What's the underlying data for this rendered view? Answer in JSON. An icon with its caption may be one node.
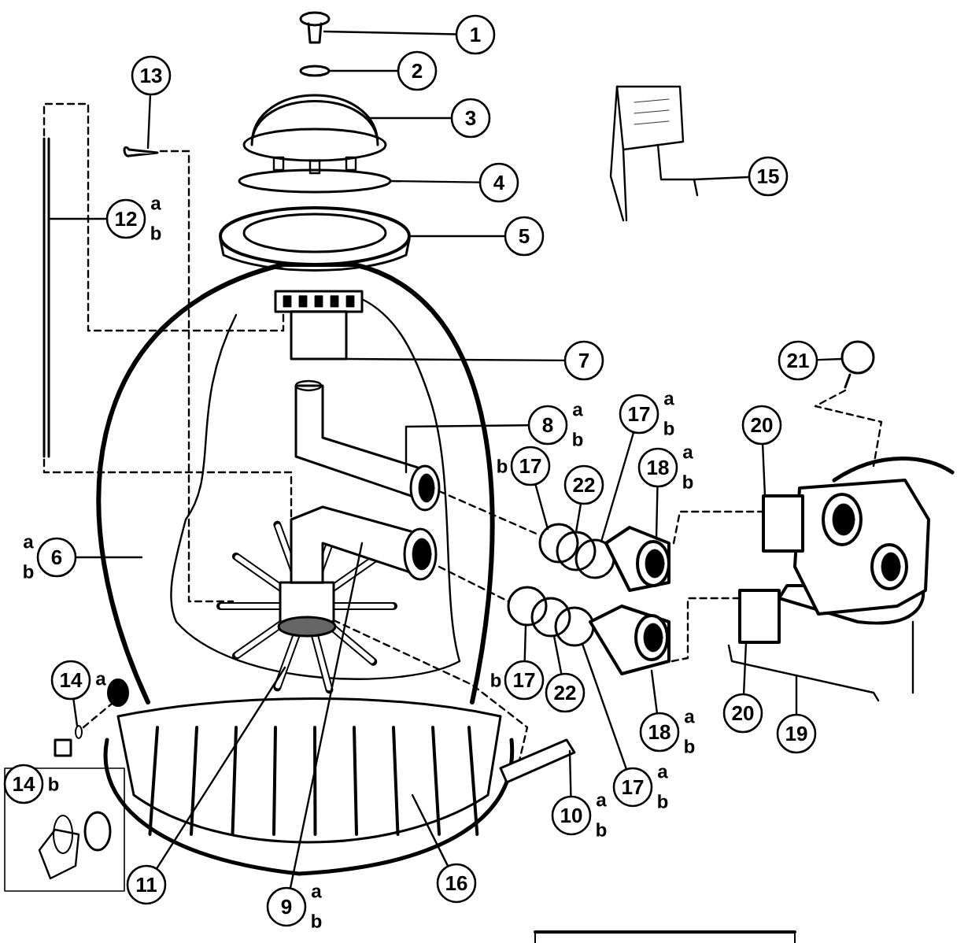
{
  "diagram": {
    "nodes": [
      {
        "text": [
          "1"
        ]
      },
      {
        "text": [
          "2"
        ]
      },
      {
        "text": [
          "13"
        ]
      },
      {
        "text": [
          "3"
        ]
      },
      {
        "text": [
          "15"
        ]
      },
      {
        "text": [
          "4"
        ]
      },
      {
        "text": [
          "12"
        ],
        "beside": [
          "a",
          "b"
        ]
      },
      {
        "text": [
          "5"
        ]
      },
      {
        "text": [
          "7"
        ]
      },
      {
        "text": [
          "21"
        ]
      },
      {
        "text": [
          "8"
        ],
        "beside": [
          "a",
          "b"
        ]
      },
      {
        "text": [
          "17"
        ],
        "beside": [
          "a",
          "b"
        ]
      },
      {
        "text": [
          "20"
        ]
      },
      {
        "text": [
          "17"
        ],
        "beside": [
          "b"
        ]
      },
      {
        "text": [
          "18"
        ],
        "beside": [
          "a",
          "b"
        ]
      },
      {
        "text": [
          "22"
        ]
      },
      {
        "text": [
          "6"
        ],
        "beside": [
          "a",
          "b"
        ]
      },
      {
        "text": [
          "14"
        ],
        "beside": [
          "a"
        ]
      },
      {
        "text": [
          "17"
        ],
        "beside": [
          "b"
        ]
      },
      {
        "text": [
          "22"
        ]
      },
      {
        "text": [
          "18"
        ],
        "beside": [
          "a",
          "b"
        ]
      },
      {
        "text": [
          "20"
        ]
      },
      {
        "text": [
          "19"
        ]
      },
      {
        "text": [
          "14"
        ],
        "beside": [
          "b"
        ]
      },
      {
        "text": [
          "17"
        ],
        "beside": [
          "a",
          "b"
        ]
      },
      {
        "text": [
          "10"
        ],
        "beside": [
          "a",
          "b"
        ]
      },
      {
        "text": [
          "11"
        ]
      },
      {
        "text": [
          "16"
        ]
      },
      {
        "text": [
          "9"
        ],
        "beside": [
          "a",
          "b"
        ]
      },
      {
        "text": [],
        "shape": "picture"
      },
      {
        "text": [],
        "shape": "circle"
      },
      {
        "text": [],
        "shape": "picture"
      },
      {
        "text": [],
        "shape": "circle"
      },
      {
        "text": [],
        "shape": "picture"
      },
      {
        "text": [],
        "shape": "picture"
      },
      {
        "text": [],
        "shape": "picture",
        "in": 34
      },
      {
        "text": [],
        "shape": "picture",
        "in": 34
      },
      {
        "text": [],
        "shape": "picture",
        "in": 34
      },
      {
        "text": [],
        "shape": "picture"
      },
      {
        "text": [],
        "shape": "picture",
        "in": 34
      },
      {
        "text": [],
        "shape": "picture"
      },
      {
        "text": [],
        "shape": "picture"
      },
      {
        "text": [],
        "shape": "picture"
      },
      {
        "text": [],
        "shape": "picture"
      },
      {
        "text": [],
        "shape": "picture"
      },
      {
        "text": [],
        "shape": "circle"
      },
      {
        "text": [],
        "shape": "circle"
      },
      {
        "text": [],
        "shape": "circle"
      },
      {
        "text": [],
        "shape": "picture"
      },
      {
        "text": [],
        "shape": "circle"
      },
      {
        "text": [],
        "shape": "circle"
      },
      {
        "text": [],
        "shape": "circle"
      },
      {
        "text": [],
        "shape": "picture"
      },
      {
        "text": [],
        "shape": "picture"
      },
      {
        "text": [],
        "shape": "box",
        "in": 55
      },
      {
        "text": [],
        "shape": "picture"
      },
      {
        "text": [],
        "shape": "circle"
      }
    ],
    "edges": [
      {
        "from": 0,
        "to": 29,
        "arrow": "none"
      },
      {
        "from": 1,
        "to": 30,
        "arrow": "none"
      },
      {
        "from": 2,
        "to": 41,
        "arrow": "none"
      },
      {
        "from": 3,
        "to": 31,
        "arrow": "none"
      },
      {
        "from": 4,
        "to": 43,
        "arrow": "none"
      },
      {
        "from": 5,
        "to": 32,
        "arrow": "none"
      },
      {
        "from": 6,
        "to": 40,
        "arrow": "none"
      },
      {
        "from": 7,
        "to": 33,
        "arrow": "none"
      },
      {
        "from": 8,
        "to": 35,
        "arrow": "none"
      },
      {
        "from": 9,
        "to": 56,
        "arrow": "none"
      },
      {
        "from": 10,
        "to": 36,
        "arrow": "none"
      },
      {
        "from": 11,
        "to": 47,
        "arrow": "none"
      },
      {
        "from": 12,
        "to": 53,
        "arrow": "none"
      },
      {
        "from": 13,
        "to": 45,
        "arrow": "none"
      },
      {
        "from": 14,
        "to": 48,
        "arrow": "none"
      },
      {
        "from": 15,
        "to": 46,
        "arrow": "none"
      },
      {
        "from": 16,
        "to": 34,
        "arrow": "none"
      },
      {
        "from": 17,
        "to": 42,
        "arrow": "none"
      },
      {
        "from": 18,
        "to": 49,
        "arrow": "none"
      },
      {
        "from": 19,
        "to": 50,
        "arrow": "none"
      },
      {
        "from": 20,
        "to": 52,
        "arrow": "none"
      },
      {
        "from": 21,
        "to": 54,
        "arrow": "none"
      },
      {
        "from": 22,
        "to": 55,
        "arrow": "none"
      },
      {
        "from": 24,
        "to": 51,
        "arrow": "none"
      },
      {
        "from": 25,
        "to": 38,
        "arrow": "none"
      },
      {
        "from": 26,
        "to": 39,
        "arrow": "none"
      },
      {
        "from": 27,
        "to": 44,
        "arrow": "none"
      },
      {
        "from": 28,
        "to": 37,
        "arrow": "none"
      },
      {
        "from": 40,
        "to": 35,
        "arrow": "none",
        "style": "dashed"
      },
      {
        "from": 41,
        "to": 39,
        "arrow": "none",
        "style": "dashed"
      },
      {
        "from": 40,
        "to": 37,
        "arrow": "none",
        "style": "dashed"
      },
      {
        "from": 36,
        "to": 45,
        "arrow": "none",
        "style": "dashed"
      },
      {
        "from": 37,
        "to": 49,
        "arrow": "none",
        "style": "dashed"
      },
      {
        "from": 48,
        "to": 53,
        "arrow": "none",
        "style": "dashed"
      },
      {
        "from": 52,
        "to": 54,
        "arrow": "none",
        "style": "dashed"
      },
      {
        "from": 56,
        "to": 53,
        "arrow": "none",
        "style": "dashed"
      },
      {
        "from": 39,
        "to": 38,
        "arrow": "none",
        "style": "dashed"
      },
      {
        "from": 42,
        "to": 34,
        "arrow": "none",
        "style": "dashed"
      }
    ]
  }
}
